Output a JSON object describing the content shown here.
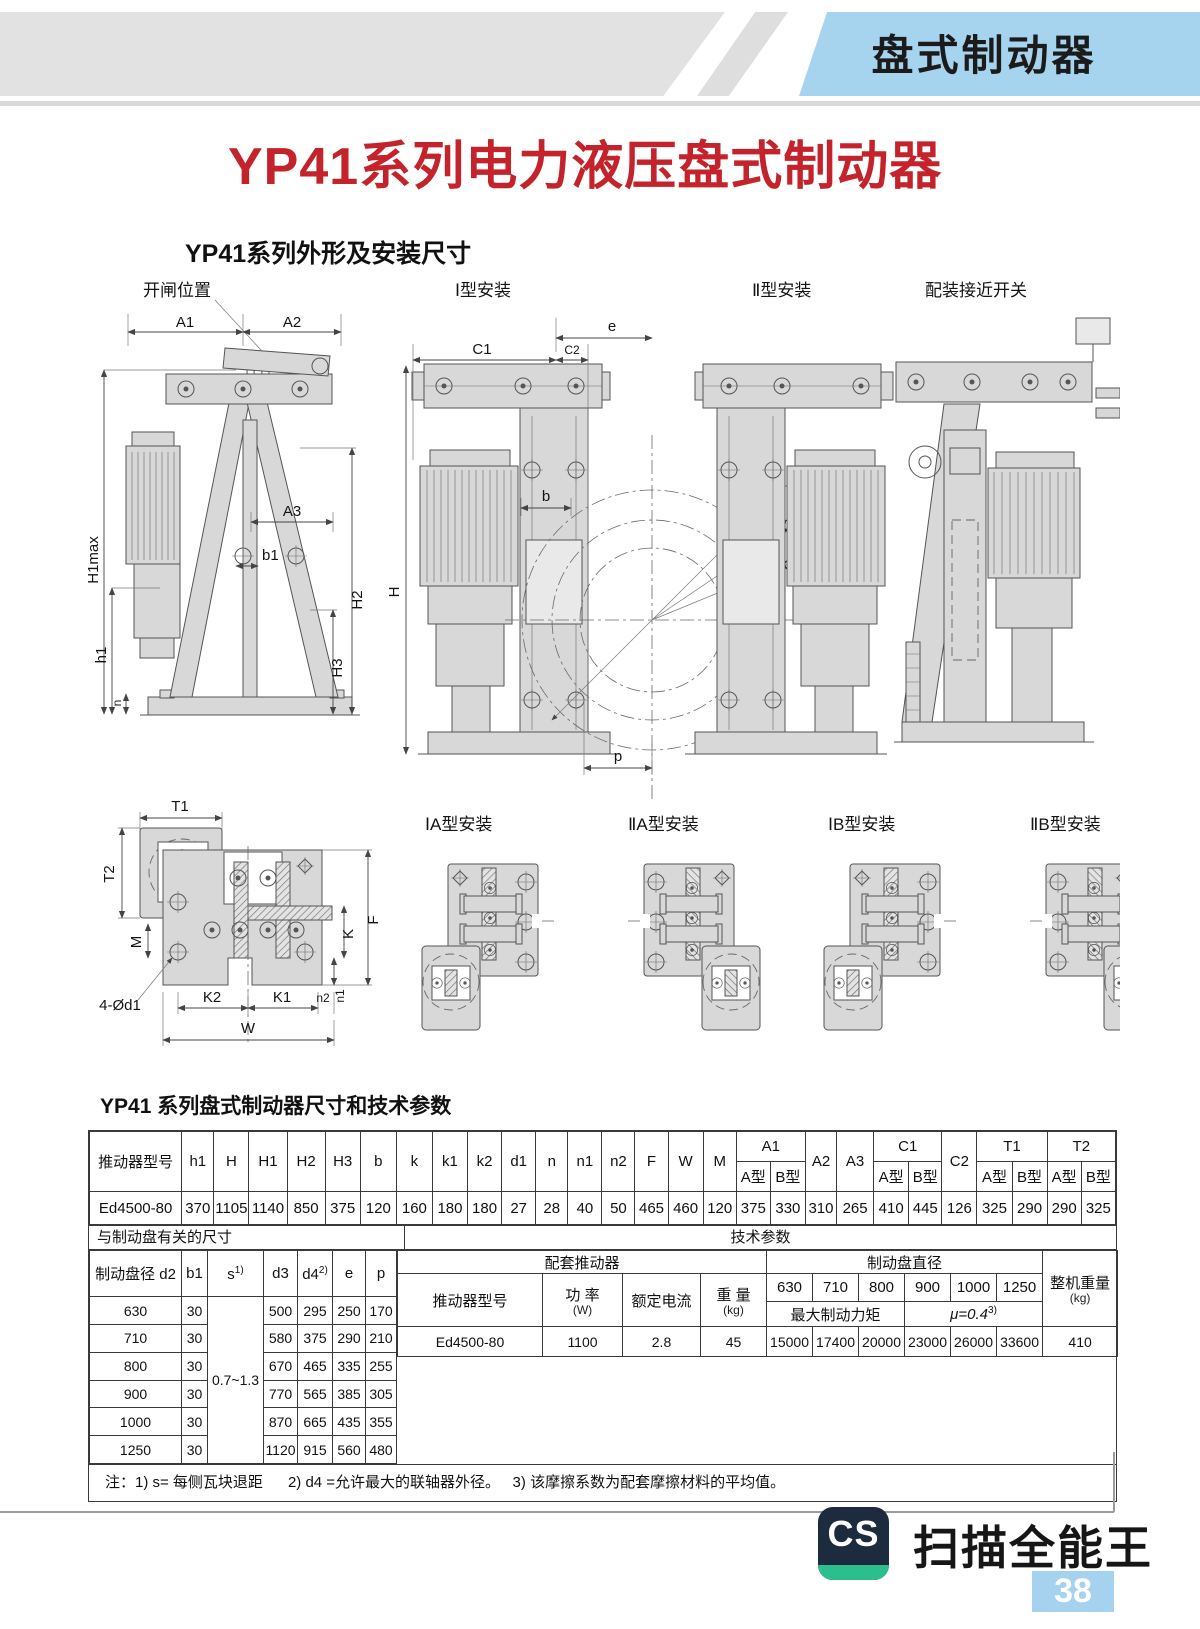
{
  "banner": {
    "title": "盘式制动器"
  },
  "page_title": "YP41系列电力液压盘式制动器",
  "drawings": {
    "section_title": "YP41系列外形及安装尺寸",
    "views": [
      "开闸位置",
      "Ⅰ型安装",
      "Ⅱ型安装",
      "配装接近开关"
    ],
    "sub_views": [
      "ⅠA型安装",
      "ⅡA型安装",
      "ⅠB型安装",
      "ⅡB型安装"
    ],
    "dims": {
      "a1": "A1",
      "a2": "A2",
      "a3": "A3",
      "b1": "b1",
      "h1max": "H1max",
      "h2": "H2",
      "h3": "H3",
      "h1": "h1",
      "n": "n",
      "e": "e",
      "c1": "C1",
      "c2": "C2",
      "h": "H",
      "b": "b",
      "od2": "Ød2",
      "od3": "Ød3",
      "od4": "Ød4",
      "p": "p",
      "t1": "T1",
      "t2": "T2",
      "m": "M",
      "f": "F",
      "k": "K",
      "k1": "K1",
      "k2": "K2",
      "n1": "n1",
      "n2": "n2",
      "w": "W",
      "d1": "4-Ød1"
    }
  },
  "table": {
    "title": "YP41 系列盘式制动器尺寸和技术参数",
    "head": {
      "model": "推动器型号",
      "cols": [
        "h1",
        "H",
        "H1",
        "H2",
        "H3",
        "b",
        "k",
        "k1",
        "k2",
        "d1",
        "n",
        "n1",
        "n2",
        "F",
        "W",
        "M"
      ],
      "a1": "A1",
      "a2": "A2",
      "a3": "A3",
      "c1": "C1",
      "c2": "C2",
      "t1": "T1",
      "t2": "T2",
      "type_a": "A型",
      "type_b": "B型"
    },
    "main_row": [
      "Ed4500-80",
      "370",
      "1105",
      "1140",
      "850",
      "375",
      "120",
      "160",
      "180",
      "180",
      "27",
      "28",
      "40",
      "50",
      "465",
      "460",
      "120",
      "375",
      "330",
      "310",
      "265",
      "410",
      "445",
      "126",
      "325",
      "290",
      "290",
      "325"
    ],
    "section_left": "与制动盘有关的尺寸",
    "section_right": "技术参数",
    "disc": {
      "head": {
        "d2": "制动盘径 d2",
        "b1": "b1",
        "s": "s",
        "s_sup": "1)",
        "d3": "d3",
        "d4": "d4",
        "d4_sup": "2)",
        "e": "e",
        "p": "p"
      },
      "s_value": "0.7~1.3",
      "rows": [
        [
          "630",
          "30",
          "500",
          "295",
          "250",
          "170"
        ],
        [
          "710",
          "30",
          "580",
          "375",
          "290",
          "210"
        ],
        [
          "800",
          "30",
          "670",
          "465",
          "335",
          "255"
        ],
        [
          "900",
          "30",
          "770",
          "565",
          "385",
          "305"
        ],
        [
          "1000",
          "30",
          "870",
          "665",
          "435",
          "355"
        ],
        [
          "1250",
          "30",
          "1120",
          "915",
          "560",
          "480"
        ]
      ]
    },
    "tech": {
      "group_thruster": "配套推动器",
      "group_disc": "制动盘直径",
      "model": "推动器型号",
      "power": "功 率",
      "power_unit": "(W)",
      "current": "额定电流",
      "weight": "重 量",
      "weight_unit": "(kg)",
      "diams": [
        "630",
        "710",
        "800",
        "900",
        "1000",
        "1250"
      ],
      "torque": "最大制动力矩",
      "mu": "μ=0.4",
      "mu_sup": "3)",
      "total_weight": "整机重量",
      "total_weight_unit": "(kg)",
      "row": [
        "Ed4500-80",
        "1100",
        "2.8",
        "45",
        "15000",
        "17400",
        "20000",
        "23000",
        "26000",
        "33600",
        "410"
      ]
    },
    "note": "注：1) s= 每侧瓦块退距      2) d4 =允许最大的联轴器外径。   3) 该摩擦系数为配套摩擦材料的平均值。"
  },
  "footer": {
    "logo": "CS",
    "app": "扫描全能王",
    "page": "38"
  }
}
